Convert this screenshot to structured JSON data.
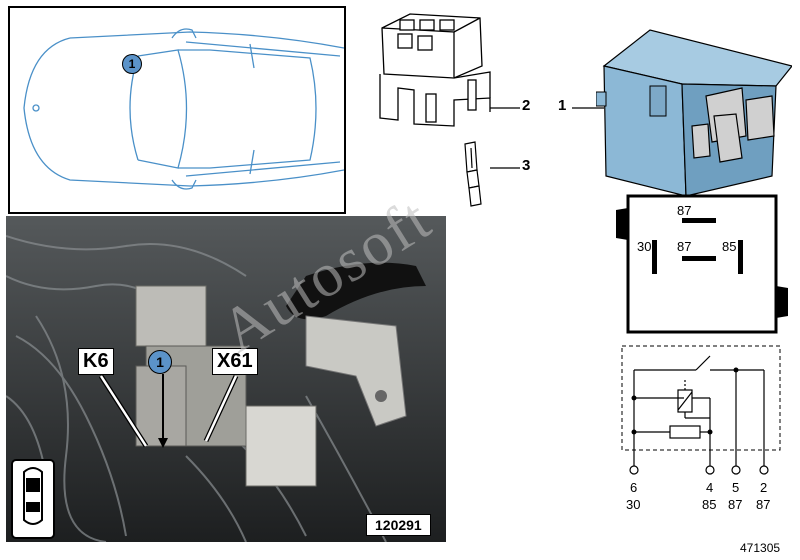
{
  "callouts": {
    "relay": "1",
    "holder": "2",
    "terminal": "3"
  },
  "photo": {
    "label_k6": "K6",
    "label_x61": "X61",
    "badge": "1",
    "ref_number": "120291"
  },
  "car_overview": {
    "badge": "1"
  },
  "relay_pins_face": {
    "top": "87",
    "left": "30",
    "center": "87",
    "right": "85"
  },
  "schematic": {
    "pins": [
      {
        "number": "6",
        "terminal": "30"
      },
      {
        "number": "4",
        "terminal": "85"
      },
      {
        "number": "5",
        "terminal": "87"
      },
      {
        "number": "2",
        "terminal": "87"
      }
    ]
  },
  "diagram_ref": "471305",
  "colors": {
    "relay_body": "#8cb8d6",
    "badge": "#5b93c9",
    "photo_bg": "#2c2f31"
  },
  "watermark": "Autosoft"
}
